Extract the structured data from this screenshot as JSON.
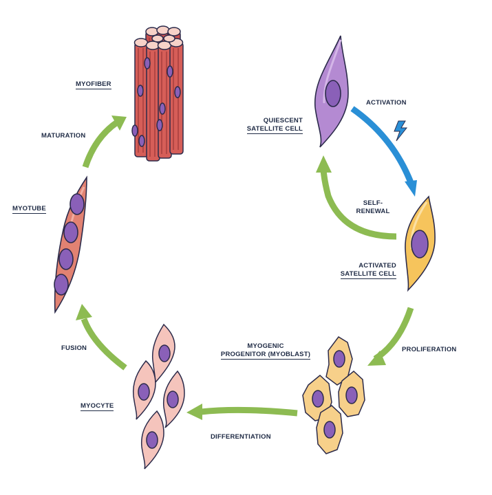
{
  "stages": {
    "myofiber": "MYOFIBER",
    "quiescent_line1": "QUIESCENT",
    "quiescent_line2": "SATELLITE CELL",
    "activated_line1": "ACTIVATED",
    "activated_line2": "SATELLITE CELL",
    "myoblast_line1": "MYOGENIC",
    "myoblast_line2": "PROGENITOR (MYOBLAST)",
    "myocyte": "MYOCYTE",
    "myotube": "MYOTUBE"
  },
  "transitions": {
    "activation": "ACTIVATION",
    "self_renewal_line1": "SELF-",
    "self_renewal_line2": "RENEWAL",
    "proliferation": "PROLIFERATION",
    "differentiation": "DIFFERENTIATION",
    "fusion": "FUSION",
    "maturation": "MATURATION"
  },
  "colors": {
    "outline": "#2b2a4a",
    "arrow_green": "#8dbb52",
    "arrow_blue": "#2a8fd6",
    "nucleus": "#8a60b8",
    "fiber_red": "#c9504f",
    "quiescent_purple": "#b48ad2",
    "activated_yellow": "#f6c45c",
    "myoblast_orange": "#f7d08a",
    "myocyte_pink": "#f5c4bc",
    "myotube_red": "#e28272"
  }
}
